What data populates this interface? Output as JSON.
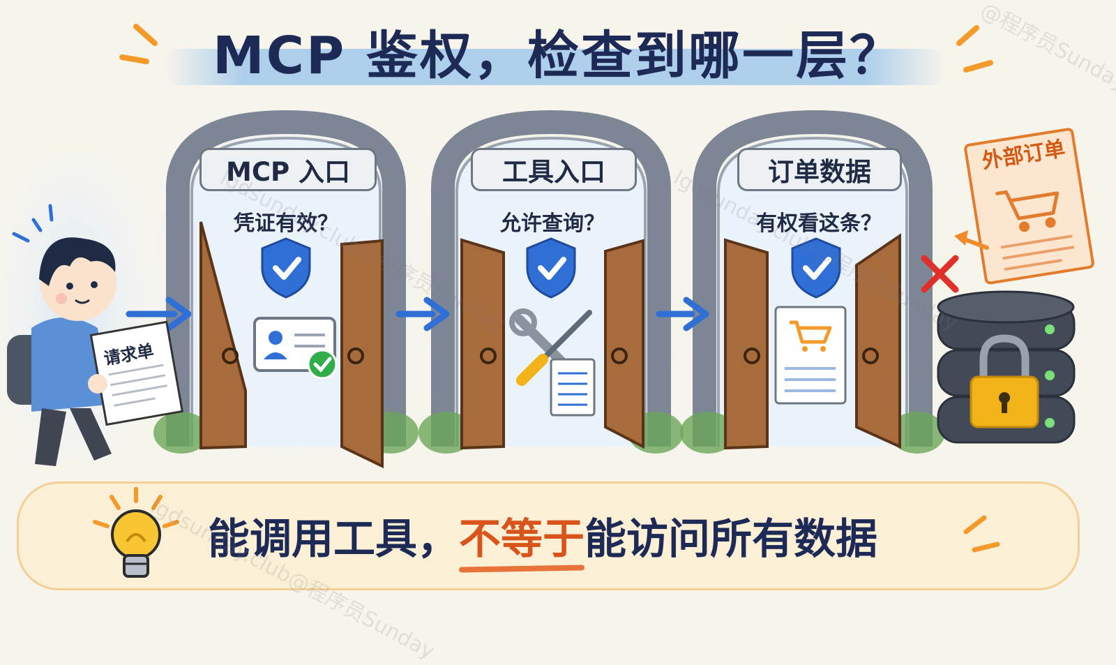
{
  "title": "MCP 鉴权，检查到哪一层？",
  "gates": [
    {
      "label": "MCP 入口",
      "question": "凭证有效？"
    },
    {
      "label": "工具入口",
      "question": "允许查询？"
    },
    {
      "label": "订单数据",
      "question": "有权看这条？"
    }
  ],
  "request_label": "请求单",
  "external_order_label": "外部订单",
  "bottom_text": {
    "before": "能调用工具，",
    "highlight": "不等于",
    "after": "能访问所有数据"
  },
  "watermarks": [
    "@程序员Sunday",
    "lgdsunday.club@程序员Sunday",
    "lgdsunday.club@程序员Sunday",
    "lgdsunday.club@程序员Sunday"
  ],
  "colors": {
    "title": "#1d2a55",
    "accent_orange": "#d9541a",
    "arrow_blue": "#2f6fd6",
    "shield_blue": "#2f6fd6",
    "door_wood": "#a86b3c",
    "stone": "#7d8694",
    "check_green": "#2fae4a",
    "deny_red": "#e0302c",
    "lock_gold": "#f2b319"
  },
  "icons": [
    "person-icon",
    "shield-check-icon",
    "id-card-icon",
    "wrench-screwdriver-icon",
    "cart-icon",
    "database-lock-icon",
    "deny-x-icon",
    "lightbulb-icon"
  ]
}
